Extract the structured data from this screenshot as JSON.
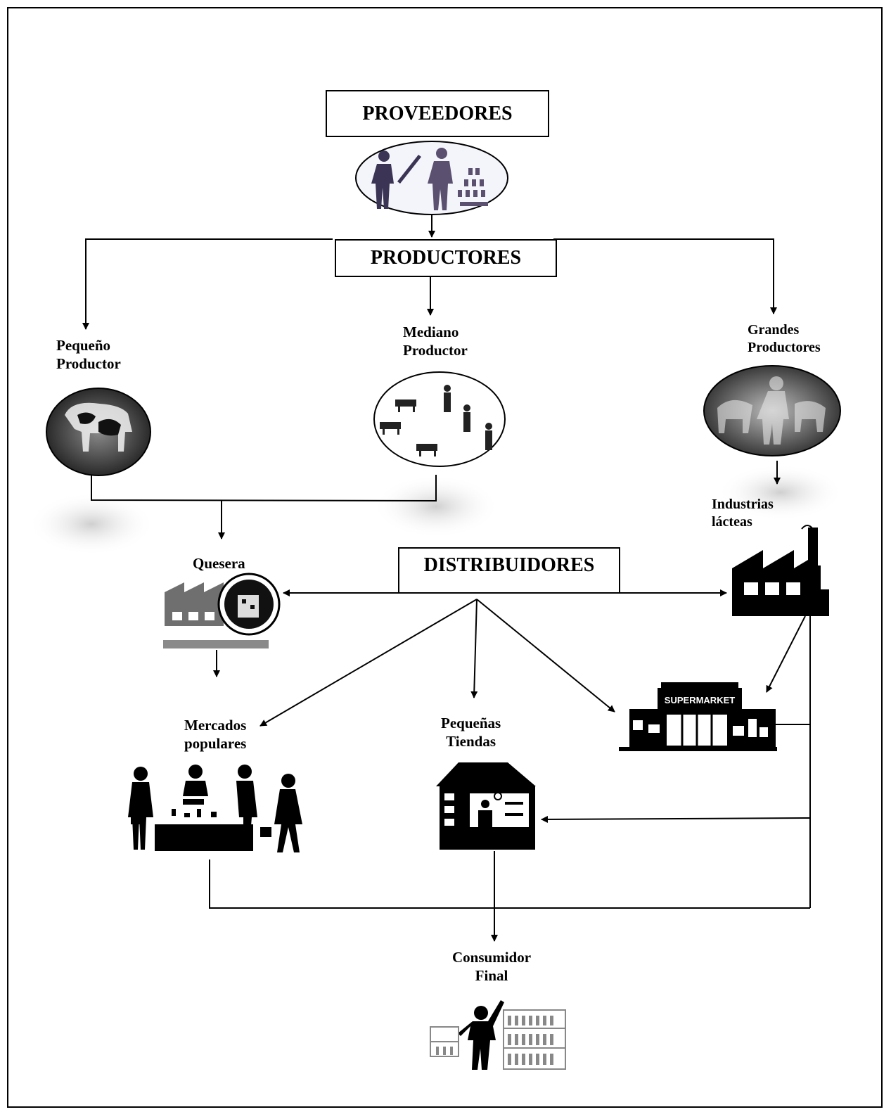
{
  "diagram": {
    "proveedores": "PROVEEDORES",
    "productores": "PRODUCTORES",
    "distribuidores": "DISTRIBUIDORES",
    "pequeno_productor": "Pequeño\nProductor",
    "mediano_productor": "Mediano\nProductor",
    "grandes_productores": "Grandes\nProductores",
    "industrias_lacteas": "Industrias\nlácteas",
    "quesera": "Quesera",
    "mercados_populares": "Mercados\npopulares",
    "pequenas_tiendas": "Pequeñas\nTiendas",
    "consumidor_final": "Consumidor\nFinal",
    "supermarket_sign": "SUPERMARKET"
  }
}
